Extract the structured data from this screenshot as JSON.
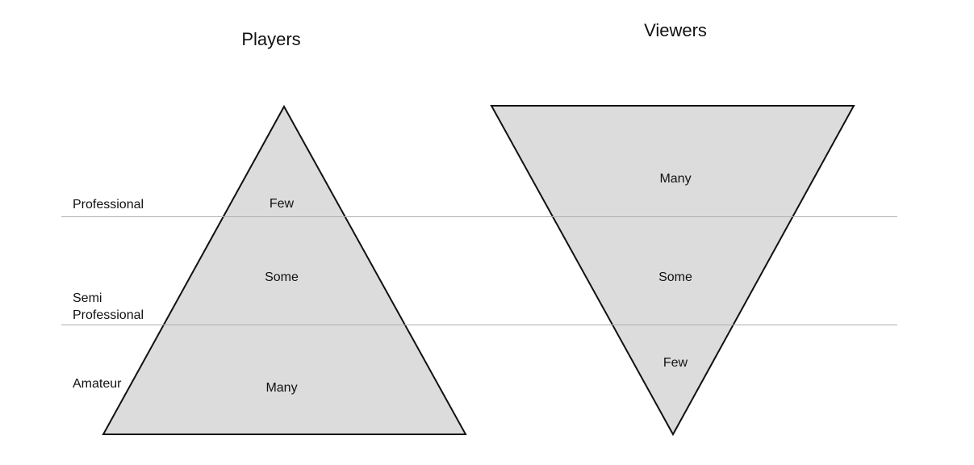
{
  "players": {
    "title": "Players",
    "professional": "Few",
    "semi_professional": "Some",
    "amateur": "Many"
  },
  "viewers": {
    "title": "Viewers",
    "professional": "Many",
    "semi_professional": "Some",
    "amateur": "Few"
  },
  "tiers": {
    "professional": "Professional",
    "semi_line1": "Semi",
    "semi_line2": "Professional",
    "amateur": "Amateur"
  },
  "colors": {
    "shape_fill": "#dcdcdc",
    "shape_stroke": "#111111",
    "divider": "#b0b0b0"
  }
}
